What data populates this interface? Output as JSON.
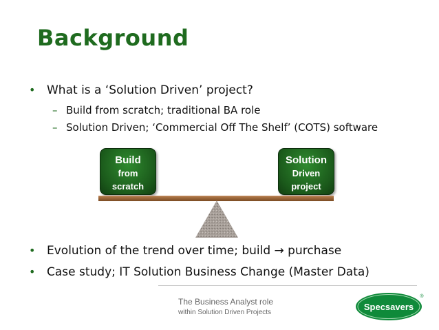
{
  "slide": {
    "title": "Background",
    "bullets": [
      "What is a ‘Solution Driven’ project?",
      "Evolution of the trend over time; build → purchase",
      "Case study; IT Solution Business Change (Master Data)"
    ],
    "sub_bullets": [
      "Build from scratch; traditional BA role",
      "Solution Driven; ‘Commercial Off The Shelf’ (COTS) software"
    ],
    "bullet_symbol": "•",
    "sub_bullet_symbol": "–",
    "left_box": {
      "line1": "Build",
      "line2": "from",
      "line3": "scratch"
    },
    "right_box": {
      "line1": "Solution",
      "line2": "Driven",
      "line3": "project"
    },
    "footer": {
      "line1": "The Business Analyst role",
      "line2": "within Solution Driven Projects"
    },
    "logo_text": "Specsavers",
    "logo_mark": "®",
    "colors": {
      "title_green": "#1f6b1f",
      "box_green": "#1b5a1b",
      "plank_brown": "#8b5a2b",
      "logo_green": "#0f8a3a"
    }
  }
}
